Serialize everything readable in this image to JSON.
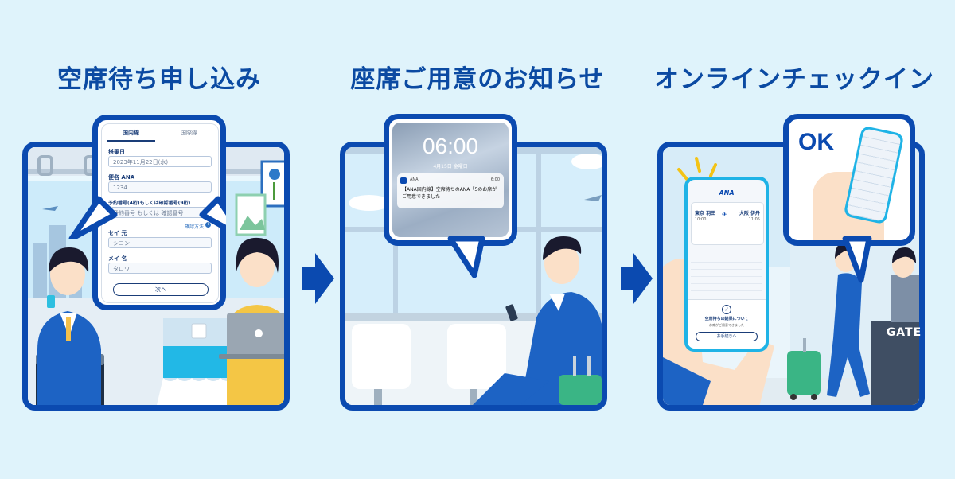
{
  "steps": [
    {
      "title": "空席待ち申し込み"
    },
    {
      "title": "座席ご用意のお知らせ"
    },
    {
      "title": "オンラインチェックイン"
    }
  ],
  "form": {
    "tab_domestic": "国内線",
    "tab_international": "国際線",
    "boarding_date_label": "搭乗日",
    "boarding_date_value": "2023年11月22日(水)",
    "flight_label": "便名 ANA",
    "flight_value": "1234",
    "reservation_label": "予約番号(4桁)もしくは確認番号(9桁)",
    "reservation_value": "予約番号 もしくは 確認番号",
    "help_link": "確認方法",
    "sei_label": "セイ 元",
    "sei_value": "シコン",
    "mei_label": "メイ 名",
    "mei_value": "タロウ",
    "next_button": "次へ"
  },
  "lockscreen": {
    "time": "06:00",
    "date": "4月15日 金曜日",
    "notif_app": "ANA",
    "notif_time": "6:00",
    "notif_text": "【ANA国内線】空席待ちのANA「5のお席が ご用意できました"
  },
  "checkin": {
    "ok_label": "OK",
    "gate_label": "GATE",
    "app_logo": "ANA",
    "dep_city": "東京 羽田",
    "arr_city": "大阪 伊丹",
    "dep_time": "10:00",
    "arr_time": "11:05",
    "notice_text": "空席待ちの結果について",
    "notice_sub": "お席がご用意できました",
    "notice_button": "お手続きへ"
  },
  "colors": {
    "brand_blue": "#0b4ab0",
    "title_blue": "#0b4aa2",
    "background": "#dff3fb"
  }
}
